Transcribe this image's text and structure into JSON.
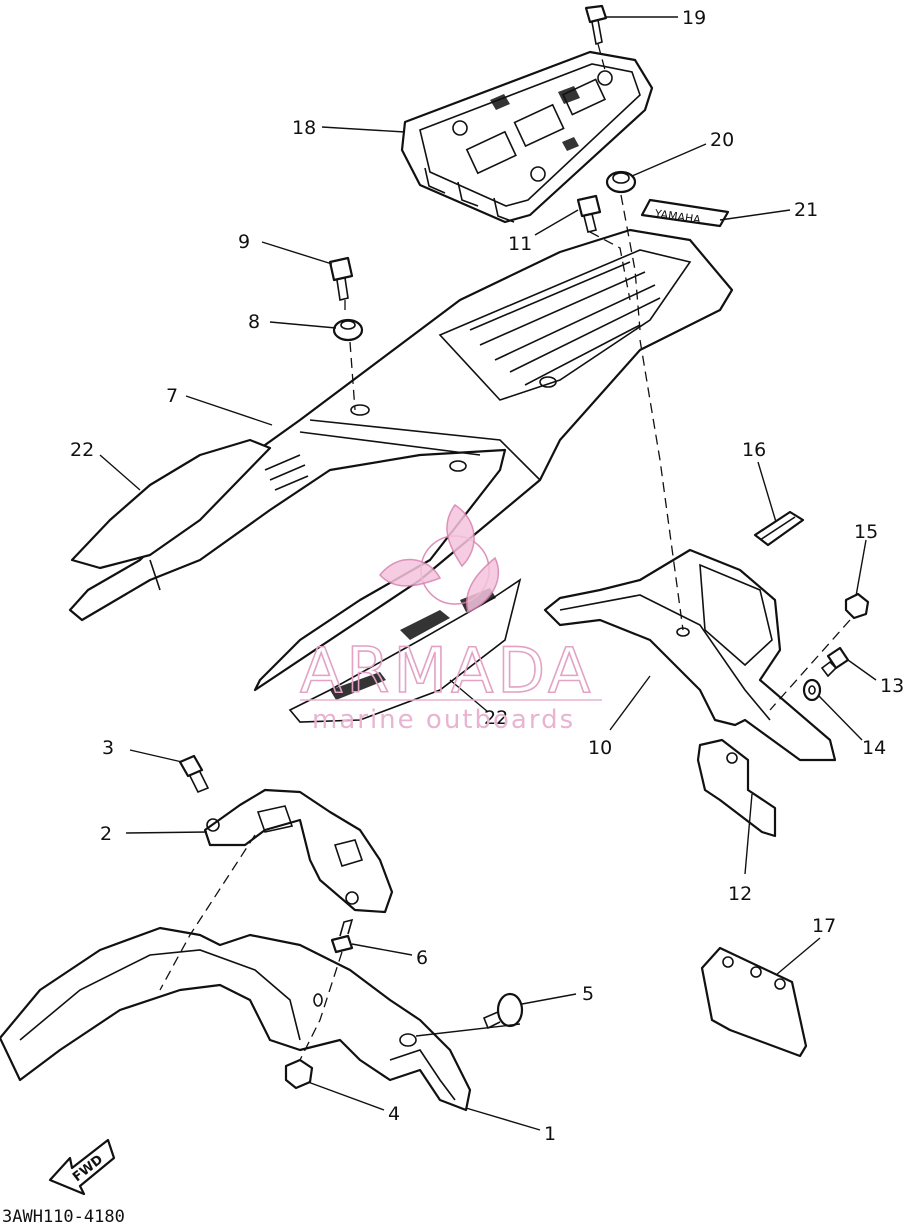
{
  "diagram": {
    "drawing_code": "3AWH110-4180",
    "fwd_label": "FWD",
    "decal_text": "YAMAHA",
    "watermark": {
      "brand": "ARMADA",
      "tagline": "marine outboards"
    },
    "callouts": [
      {
        "id": "19",
        "label": "19"
      },
      {
        "id": "18",
        "label": "18"
      },
      {
        "id": "20",
        "label": "20"
      },
      {
        "id": "21",
        "label": "21"
      },
      {
        "id": "9",
        "label": "9"
      },
      {
        "id": "11",
        "label": "11"
      },
      {
        "id": "8",
        "label": "8"
      },
      {
        "id": "7",
        "label": "7"
      },
      {
        "id": "22a",
        "label": "22"
      },
      {
        "id": "16",
        "label": "16"
      },
      {
        "id": "15",
        "label": "15"
      },
      {
        "id": "13",
        "label": "13"
      },
      {
        "id": "14",
        "label": "14"
      },
      {
        "id": "10",
        "label": "10"
      },
      {
        "id": "22b",
        "label": "22"
      },
      {
        "id": "3",
        "label": "3"
      },
      {
        "id": "2",
        "label": "2"
      },
      {
        "id": "12",
        "label": "12"
      },
      {
        "id": "17",
        "label": "17"
      },
      {
        "id": "6",
        "label": "6"
      },
      {
        "id": "5",
        "label": "5"
      },
      {
        "id": "4",
        "label": "4"
      },
      {
        "id": "1",
        "label": "1"
      }
    ]
  }
}
